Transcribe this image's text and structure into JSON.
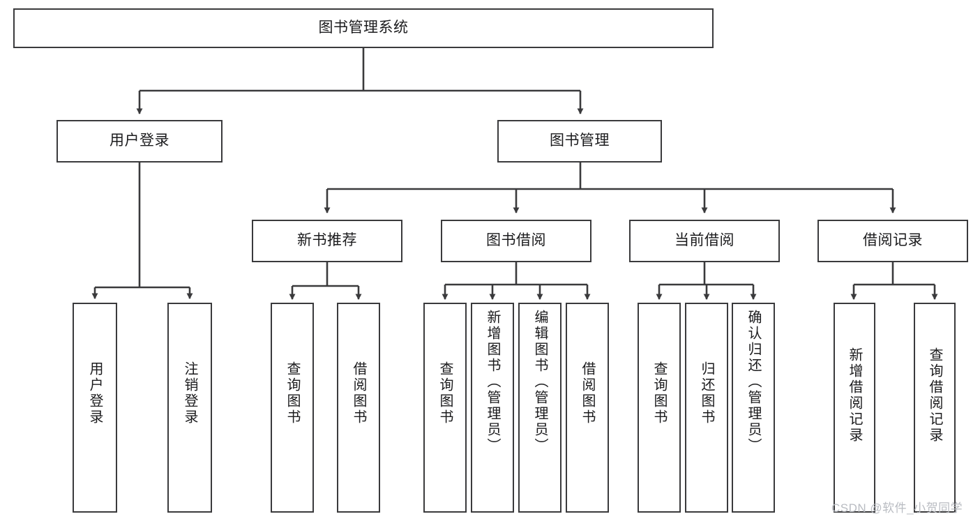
{
  "diagram": {
    "title": "图书管理系统",
    "type": "function-structure-tree",
    "stroke_color": "#3a3a3c",
    "fill_color": "#ffffff",
    "text_color": "#1b1b1d",
    "background": "#ffffff"
  },
  "root": {
    "label": "图书管理系统"
  },
  "level2": [
    {
      "id": "user-login",
      "label": "用户登录"
    },
    {
      "id": "book-manage",
      "label": "图书管理"
    }
  ],
  "level3": [
    {
      "id": "new-book-recommend",
      "label": "新书推荐"
    },
    {
      "id": "book-borrow",
      "label": "图书借阅"
    },
    {
      "id": "current-borrow",
      "label": "当前借阅"
    },
    {
      "id": "borrow-record",
      "label": "借阅记录"
    }
  ],
  "leaves": {
    "user_login": [
      {
        "id": "leaf-user-login",
        "label": "用户登录"
      },
      {
        "id": "leaf-logout-login",
        "label": "注销登录"
      }
    ],
    "new_book_recommend": [
      {
        "id": "leaf-query-book-1",
        "label": "查询图书"
      },
      {
        "id": "leaf-borrow-book-1",
        "label": "借阅图书"
      }
    ],
    "book_borrow": [
      {
        "id": "leaf-query-book-2",
        "label": "查询图书"
      },
      {
        "id": "leaf-add-book",
        "label": "新增图书（管理员）"
      },
      {
        "id": "leaf-edit-book",
        "label": "编辑图书（管理员）"
      },
      {
        "id": "leaf-borrow-book-2",
        "label": "借阅图书"
      }
    ],
    "current_borrow": [
      {
        "id": "leaf-query-book-3",
        "label": "查询图书"
      },
      {
        "id": "leaf-return-book",
        "label": "归还图书"
      },
      {
        "id": "leaf-confirm-return",
        "label": "确认归还（管理员）"
      }
    ],
    "borrow_record": [
      {
        "id": "leaf-add-record",
        "label": "新增借阅记录"
      },
      {
        "id": "leaf-query-record",
        "label": "查询借阅记录"
      }
    ]
  },
  "watermark": {
    "text": "CSDN @软件_小贺同学"
  }
}
